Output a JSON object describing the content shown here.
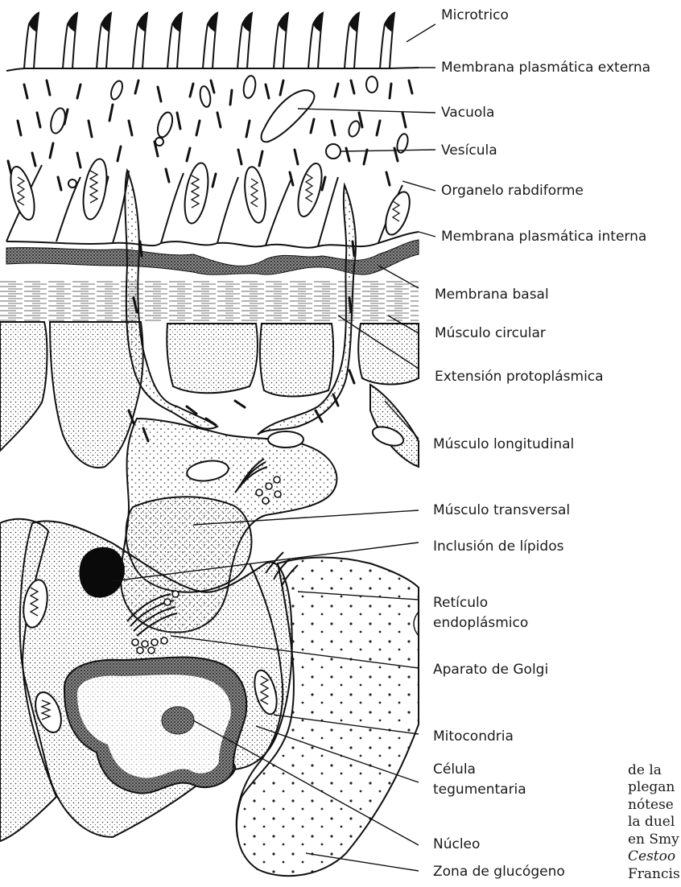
{
  "labels": {
    "microtrico": "Microtrico",
    "membrana_externa": "Membrana plasmática externa",
    "vacuola": "Vacuola",
    "vesicula": "Vesícula",
    "organelo_rabdiforme": "Organelo rabdiforme",
    "membrana_interna": "Membrana plasmática interna",
    "membrana_basal": "Membrana basal",
    "musculo_circular": "Músculo circular",
    "extension_protoplasmica": "Extensión protoplásmica",
    "musculo_longitudinal": "Músculo longitudinal",
    "musculo_transversal": "Músculo transversal",
    "inclusion_lipidos": "Inclusión de lípidos",
    "reticulo_1": "Retículo",
    "reticulo_2": "endoplásmico",
    "aparato_golgi": "Aparato de Golgi",
    "mitocondria": "Mitocondria",
    "celula_1": "Célula",
    "celula_2": "tegumentaria",
    "nucleo": "Núcleo",
    "zona_glucogeno": "Zona de glucógeno"
  },
  "caption_fragments": [
    {
      "text": "de la",
      "italic": false
    },
    {
      "text": "plegan",
      "italic": false
    },
    {
      "text": "nótese",
      "italic": false
    },
    {
      "text": "la duel",
      "italic": false
    },
    {
      "text": "en Smy",
      "italic": false
    },
    {
      "text": "Cestoo",
      "italic": true
    },
    {
      "text": "Francis",
      "italic": false
    }
  ]
}
